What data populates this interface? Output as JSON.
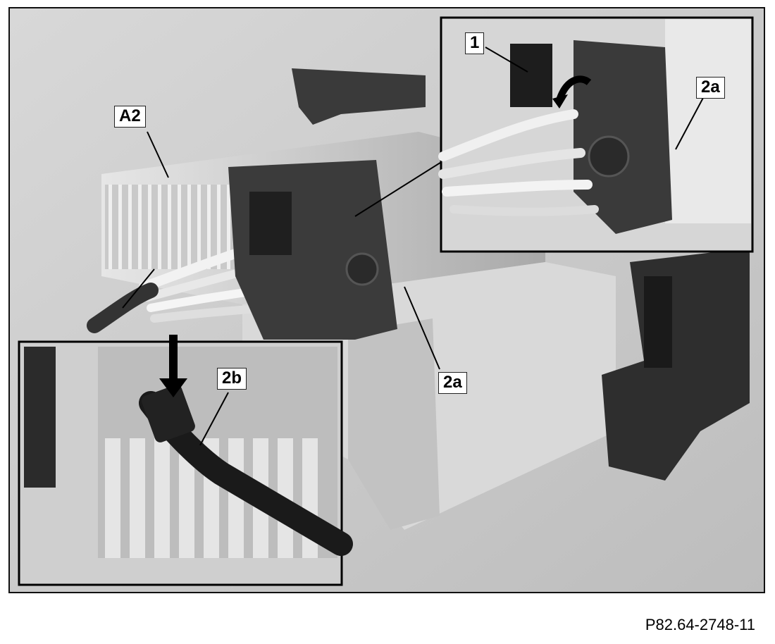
{
  "figure": {
    "callouts": {
      "a2": "A2",
      "one": "1",
      "two_a_inset": "2a",
      "two_a_main": "2a",
      "two_b": "2b"
    },
    "caption": "P82.64-2748-11"
  }
}
